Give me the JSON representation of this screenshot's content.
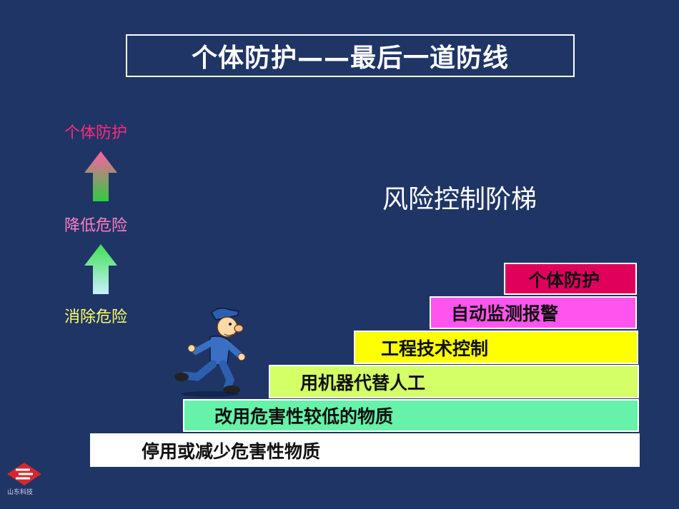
{
  "title": "个体防护——最后一道防线",
  "side": {
    "top": "个体防护",
    "middle": "降低危险",
    "bottom": "消除危险"
  },
  "ladder_title": "风险控制阶梯",
  "steps": [
    {
      "label": "个体防护",
      "color": "#e0005c"
    },
    {
      "label": "自动监测报警",
      "color": "#ff55ee"
    },
    {
      "label": "工程技术控制",
      "color": "#ffff00"
    },
    {
      "label": "用机器代替人工",
      "color": "#d4ff66"
    },
    {
      "label": "改用危害性较低的物质",
      "color": "#66f2a8"
    },
    {
      "label": "停用或减少危害性物质",
      "color": "#ffffff"
    }
  ],
  "logo": {
    "text": "山东科技"
  },
  "colors": {
    "background": "#1f3566",
    "arrow_top": "#e8508a",
    "arrow_bottom": "#2ecc40"
  }
}
